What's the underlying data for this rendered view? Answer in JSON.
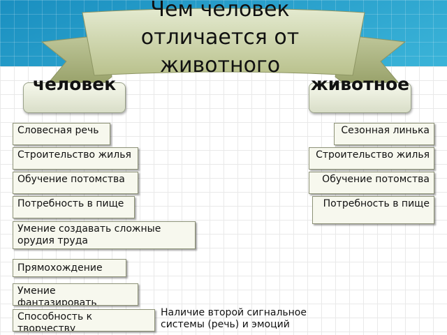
{
  "title": "Чем человек отличается от животного",
  "headers": {
    "human": "человек",
    "animal": "животное"
  },
  "human_traits": [
    "Словесная речь",
    "Строительство жилья",
    "Обучение потомства",
    "Потребность в пище",
    "Умение создавать сложные орудия труда",
    "Прямохождение",
    "Умение фантазировать",
    "Способность к творчеству"
  ],
  "animal_traits": [
    "Сезонная линька",
    "Строительство жилья",
    "Обучение потомства",
    "Потребность в пище"
  ],
  "note": "Наличие второй сигнальное системы (речь) и эмоций",
  "colors": {
    "background": "#2fa7cf",
    "banner": "#cfd7a4",
    "box_fill": "#f7f8ee",
    "box_border": "#8d9277"
  }
}
